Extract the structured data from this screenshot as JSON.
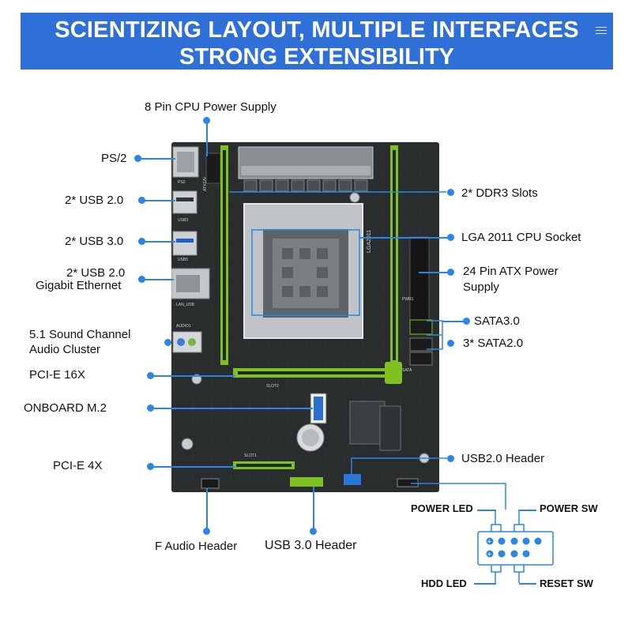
{
  "banner": {
    "line1": "SCIENTIZING LAYOUT, MULTIPLE INTERFACES",
    "line2": "STRONG EXTENSIBILITY"
  },
  "labels": {
    "cpu_power": "8 Pin CPU Power Supply",
    "ps2": "PS/2",
    "usb20_a": "2* USB 2.0",
    "usb30": "2* USB 3.0",
    "usb20_b": "2* USB 2.0",
    "ethernet": "Gigabit Ethernet",
    "audio_1": "5.1 Sound Channel",
    "audio_2": "Audio Cluster",
    "pcie16": "PCI-E 16X",
    "m2": "ONBOARD M.2",
    "pcie4": "PCI-E 4X",
    "f_audio": "F Audio Header",
    "usb30_header": "USB 3.0 Header",
    "ddr3": "2* DDR3 Slots",
    "cpu_socket": "LGA 2011 CPU Socket",
    "atx_1": "24 Pin ATX Power",
    "atx_2": "Supply",
    "sata3": "SATA3.0",
    "sata2": "3* SATA2.0",
    "usb20_header": "USB2.0 Header"
  },
  "panel": {
    "power_led": "POWER LED",
    "power_sw": "POWER SW",
    "hdd_led": "HDD LED",
    "reset_sw": "RESET SW"
  },
  "board_marks": {
    "atx_12v": "ATX12V",
    "lga": "LGA2011",
    "slot1": "SLOT1",
    "slot2": "SLOT2",
    "ps2": "PS2",
    "lan_usb": "LAN_USB",
    "usb3": "USB3",
    "usb5": "USB5",
    "audio": "AUDIO1",
    "sata": "SATA",
    "pwr": "PWR1"
  },
  "colors": {
    "accent": "#2f6fd8",
    "callout": "#2a85e6",
    "pcb": "#2a2d2e",
    "slot_green": "#7fc022"
  }
}
